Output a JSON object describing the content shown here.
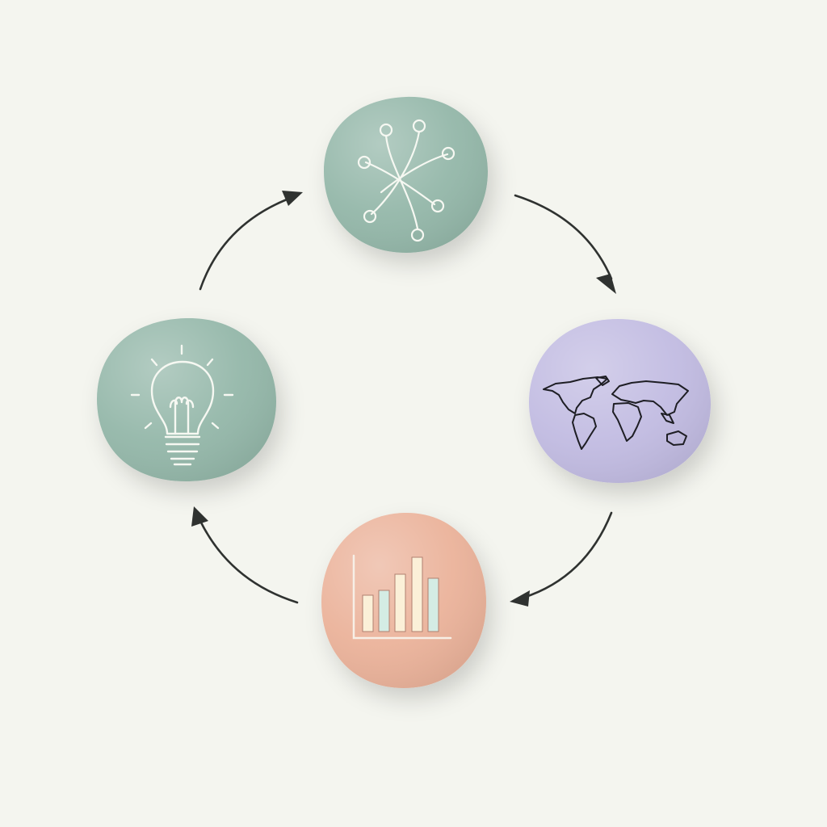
{
  "diagram": {
    "type": "cycle",
    "background": "#F4F5EF",
    "arrow_color": "#2F3230",
    "nodes": [
      {
        "id": "network",
        "icon": "network-nodes-icon",
        "color": "#95B8AA"
      },
      {
        "id": "world",
        "icon": "world-map-icon",
        "color": "#C2BCE2"
      },
      {
        "id": "chart",
        "icon": "bar-chart-icon",
        "color": "#EBB39B"
      },
      {
        "id": "idea",
        "icon": "lightbulb-icon",
        "color": "#95B8AA"
      }
    ],
    "edges": [
      {
        "from": "network",
        "to": "world"
      },
      {
        "from": "world",
        "to": "chart"
      },
      {
        "from": "chart",
        "to": "idea"
      },
      {
        "from": "idea",
        "to": "network"
      }
    ],
    "chart_icon_bar_colors": [
      "#FBF0D8",
      "#D4ECE4",
      "#FBF0D8",
      "#FBF0D8",
      "#D4ECE4"
    ]
  }
}
